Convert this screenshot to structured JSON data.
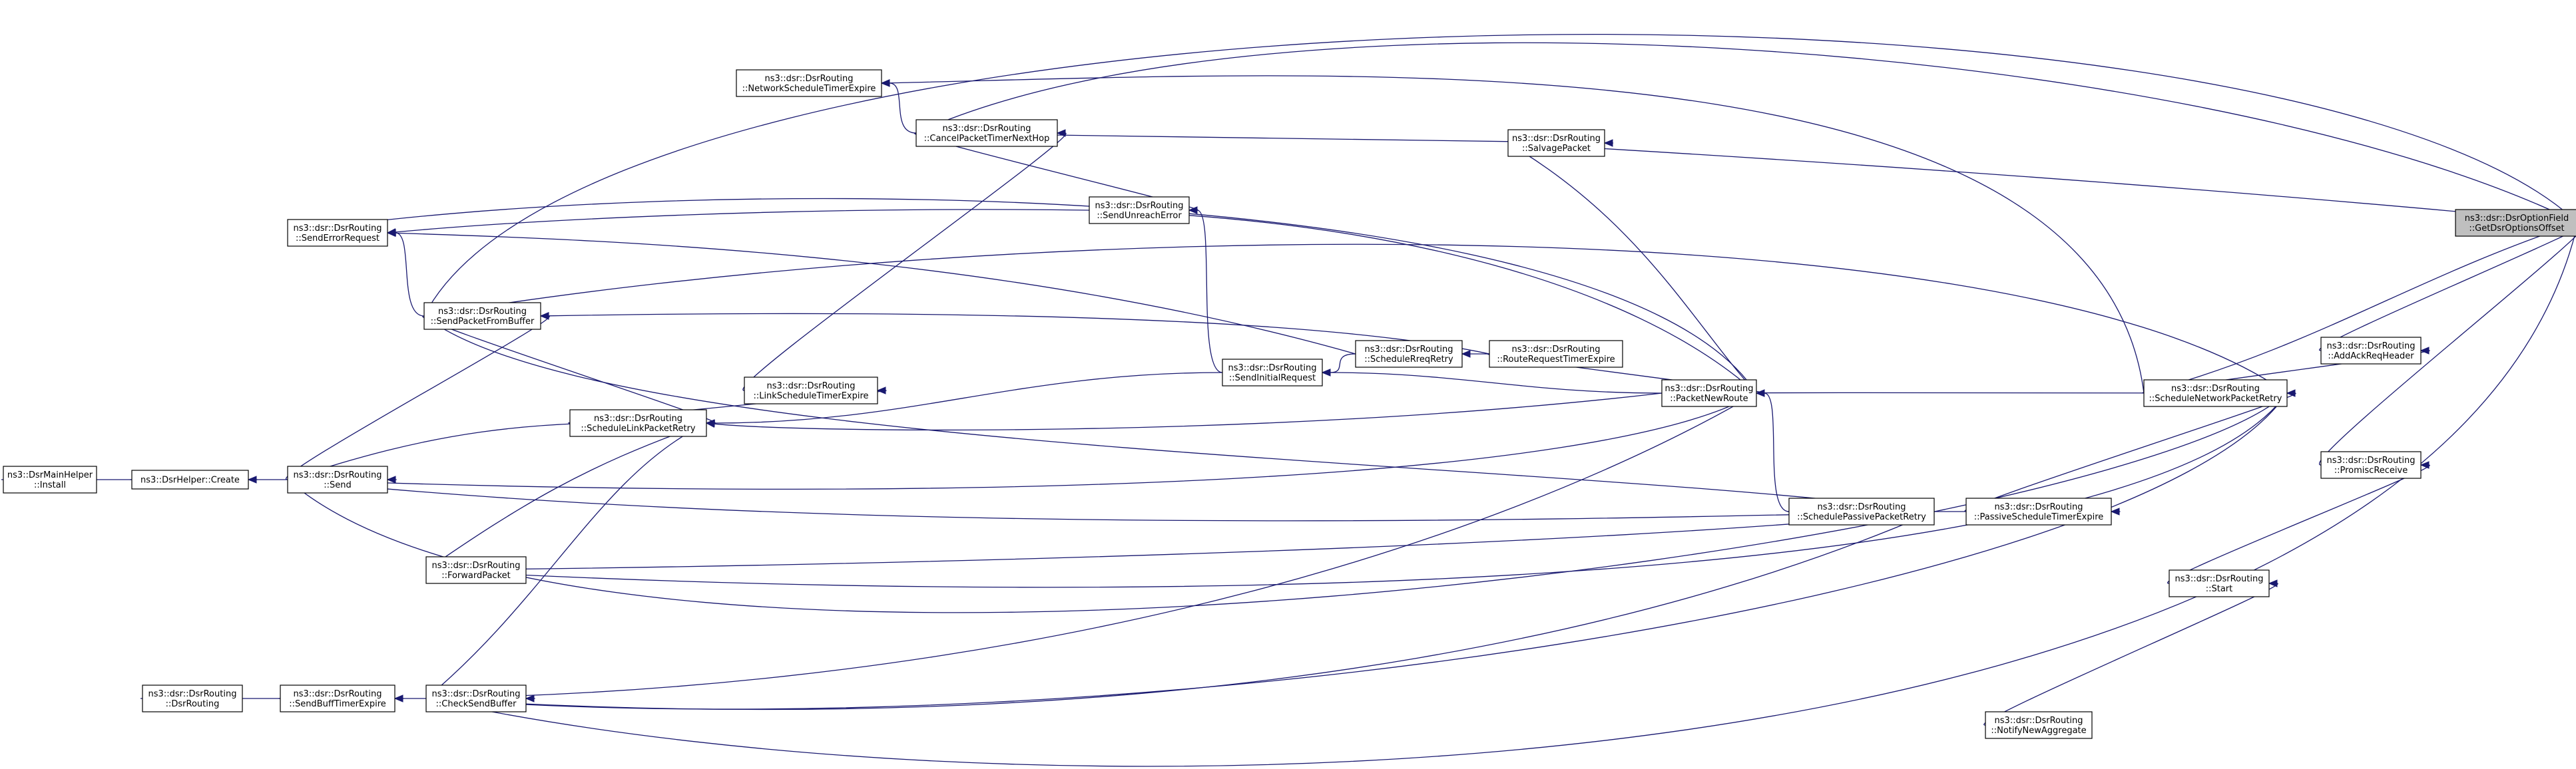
{
  "diagram": {
    "type": "call-graph",
    "nodes": [
      {
        "id": "GetDsrOptionsOffset",
        "lines": [
          "ns3::dsr::DsrOptionField",
          "::GetDsrOptionsOffset"
        ],
        "highlight": true
      },
      {
        "id": "AddAckReqHeader",
        "lines": [
          "ns3::dsr::DsrRouting",
          "::AddAckReqHeader"
        ]
      },
      {
        "id": "PromiscReceive",
        "lines": [
          "ns3::dsr::DsrRouting",
          "::PromiscReceive"
        ]
      },
      {
        "id": "ScheduleNetworkPacketRetry",
        "lines": [
          "ns3::dsr::DsrRouting",
          "::ScheduleNetworkPacketRetry"
        ]
      },
      {
        "id": "Start",
        "lines": [
          "ns3::dsr::DsrRouting",
          "::Start"
        ]
      },
      {
        "id": "NotifyNewAggregate",
        "lines": [
          "ns3::dsr::DsrRouting",
          "::NotifyNewAggregate"
        ]
      },
      {
        "id": "PassiveScheduleTimerExpire",
        "lines": [
          "ns3::dsr::DsrRouting",
          "::PassiveScheduleTimerExpire"
        ]
      },
      {
        "id": "SchedulePassivePacketRetry",
        "lines": [
          "ns3::dsr::DsrRouting",
          "::SchedulePassivePacketRetry"
        ]
      },
      {
        "id": "PacketNewRoute",
        "lines": [
          "ns3::dsr::DsrRouting",
          "::PacketNewRoute"
        ]
      },
      {
        "id": "SalvagePacket",
        "lines": [
          "ns3::dsr::DsrRouting",
          "::SalvagePacket"
        ]
      },
      {
        "id": "RouteRequestTimerExpire",
        "lines": [
          "ns3::dsr::DsrRouting",
          "::RouteRequestTimerExpire"
        ]
      },
      {
        "id": "ScheduleRreqRetry",
        "lines": [
          "ns3::dsr::DsrRouting",
          "::ScheduleRreqRetry"
        ]
      },
      {
        "id": "SendInitialRequest",
        "lines": [
          "ns3::dsr::DsrRouting",
          "::SendInitialRequest"
        ]
      },
      {
        "id": "SendUnreachError",
        "lines": [
          "ns3::dsr::DsrRouting",
          "::SendUnreachError"
        ]
      },
      {
        "id": "CancelPacketTimerNextHop",
        "lines": [
          "ns3::dsr::DsrRouting",
          "::CancelPacketTimerNextHop"
        ]
      },
      {
        "id": "NetworkScheduleTimerExpire",
        "lines": [
          "ns3::dsr::DsrRouting",
          "::NetworkScheduleTimerExpire"
        ]
      },
      {
        "id": "LinkScheduleTimerExpire",
        "lines": [
          "ns3::dsr::DsrRouting",
          "::LinkScheduleTimerExpire"
        ]
      },
      {
        "id": "ScheduleLinkPacketRetry",
        "lines": [
          "ns3::dsr::DsrRouting",
          "::ScheduleLinkPacketRetry"
        ]
      },
      {
        "id": "SendErrorRequest",
        "lines": [
          "ns3::dsr::DsrRouting",
          "::SendErrorRequest"
        ]
      },
      {
        "id": "SendPacketFromBuffer",
        "lines": [
          "ns3::dsr::DsrRouting",
          "::SendPacketFromBuffer"
        ]
      },
      {
        "id": "Send",
        "lines": [
          "ns3::dsr::DsrRouting",
          "::Send"
        ]
      },
      {
        "id": "ForwardPacket",
        "lines": [
          "ns3::dsr::DsrRouting",
          "::ForwardPacket"
        ]
      },
      {
        "id": "CheckSendBuffer",
        "lines": [
          "ns3::dsr::DsrRouting",
          "::CheckSendBuffer"
        ]
      },
      {
        "id": "SendBuffTimerExpire",
        "lines": [
          "ns3::dsr::DsrRouting",
          "::SendBuffTimerExpire"
        ]
      },
      {
        "id": "DsrRouting",
        "lines": [
          "ns3::dsr::DsrRouting",
          "::DsrRouting"
        ]
      },
      {
        "id": "DsrHelperCreate",
        "lines": [
          "ns3::DsrHelper::Create"
        ]
      },
      {
        "id": "DsrMainHelperInstall",
        "lines": [
          "ns3::DsrMainHelper",
          "::Install"
        ]
      }
    ],
    "edges": [
      {
        "from": "AddAckReqHeader",
        "to": "GetDsrOptionsOffset"
      },
      {
        "from": "PromiscReceive",
        "to": "GetDsrOptionsOffset"
      },
      {
        "from": "ScheduleNetworkPacketRetry",
        "to": "GetDsrOptionsOffset"
      },
      {
        "from": "SalvagePacket",
        "to": "GetDsrOptionsOffset"
      },
      {
        "from": "CancelPacketTimerNextHop",
        "to": "GetDsrOptionsOffset"
      },
      {
        "from": "SendPacketFromBuffer",
        "to": "GetDsrOptionsOffset"
      },
      {
        "from": "CheckSendBuffer",
        "to": "GetDsrOptionsOffset"
      },
      {
        "from": "ScheduleNetworkPacketRetry",
        "to": "AddAckReqHeader"
      },
      {
        "from": "Start",
        "to": "PromiscReceive"
      },
      {
        "from": "NotifyNewAggregate",
        "to": "Start"
      },
      {
        "from": "PassiveScheduleTimerExpire",
        "to": "ScheduleNetworkPacketRetry"
      },
      {
        "from": "PacketNewRoute",
        "to": "ScheduleNetworkPacketRetry"
      },
      {
        "from": "SendPacketFromBuffer",
        "to": "ScheduleNetworkPacketRetry"
      },
      {
        "from": "Send",
        "to": "ScheduleNetworkPacketRetry"
      },
      {
        "from": "ForwardPacket",
        "to": "ScheduleNetworkPacketRetry"
      },
      {
        "from": "CheckSendBuffer",
        "to": "ScheduleNetworkPacketRetry"
      },
      {
        "from": "ScheduleNetworkPacketRetry",
        "to": "NetworkScheduleTimerExpire"
      },
      {
        "from": "SchedulePassivePacketRetry",
        "to": "PassiveScheduleTimerExpire"
      },
      {
        "from": "SchedulePassivePacketRetry",
        "to": "PacketNewRoute"
      },
      {
        "from": "SendPacketFromBuffer",
        "to": "SchedulePassivePacketRetry"
      },
      {
        "from": "Send",
        "to": "SchedulePassivePacketRetry"
      },
      {
        "from": "ForwardPacket",
        "to": "SchedulePassivePacketRetry"
      },
      {
        "from": "CheckSendBuffer",
        "to": "SchedulePassivePacketRetry"
      },
      {
        "from": "SalvagePacket",
        "to": "PacketNewRoute"
      },
      {
        "from": "SendUnreachError",
        "to": "PacketNewRoute"
      },
      {
        "from": "SendErrorRequest",
        "to": "PacketNewRoute"
      },
      {
        "from": "RouteRequestTimerExpire",
        "to": "PacketNewRoute"
      },
      {
        "from": "Send",
        "to": "PacketNewRoute"
      },
      {
        "from": "CheckSendBuffer",
        "to": "PacketNewRoute"
      },
      {
        "from": "PacketNewRoute",
        "to": "SendInitialRequest"
      },
      {
        "from": "PacketNewRoute",
        "to": "ScheduleLinkPacketRetry"
      },
      {
        "from": "RouteRequestTimerExpire",
        "to": "ScheduleRreqRetry"
      },
      {
        "from": "RouteRequestTimerExpire",
        "to": "SendPacketFromBuffer"
      },
      {
        "from": "ScheduleRreqRetry",
        "to": "SendInitialRequest"
      },
      {
        "from": "ScheduleRreqRetry",
        "to": "SendErrorRequest"
      },
      {
        "from": "SendInitialRequest",
        "to": "SendUnreachError"
      },
      {
        "from": "SendInitialRequest",
        "to": "ScheduleLinkPacketRetry"
      },
      {
        "from": "CancelPacketTimerNextHop",
        "to": "SalvagePacket"
      },
      {
        "from": "CancelPacketTimerNextHop",
        "to": "SendUnreachError"
      },
      {
        "from": "CancelPacketTimerNextHop",
        "to": "NetworkScheduleTimerExpire"
      },
      {
        "from": "SendUnreachError",
        "to": "SendErrorRequest"
      },
      {
        "from": "LinkScheduleTimerExpire",
        "to": "CancelPacketTimerNextHop"
      },
      {
        "from": "ScheduleLinkPacketRetry",
        "to": "LinkScheduleTimerExpire"
      },
      {
        "from": "SendPacketFromBuffer",
        "to": "ScheduleLinkPacketRetry"
      },
      {
        "from": "Send",
        "to": "ScheduleLinkPacketRetry"
      },
      {
        "from": "ForwardPacket",
        "to": "ScheduleLinkPacketRetry"
      },
      {
        "from": "CheckSendBuffer",
        "to": "ScheduleLinkPacketRetry"
      },
      {
        "from": "SendPacketFromBuffer",
        "to": "SendErrorRequest"
      },
      {
        "from": "Send",
        "to": "SendPacketFromBuffer"
      },
      {
        "from": "SendBuffTimerExpire",
        "to": "CheckSendBuffer"
      },
      {
        "from": "DsrRouting",
        "to": "SendBuffTimerExpire"
      },
      {
        "from": "DsrHelperCreate",
        "to": "Send"
      },
      {
        "from": "DsrMainHelperInstall",
        "to": "DsrHelperCreate"
      }
    ]
  }
}
